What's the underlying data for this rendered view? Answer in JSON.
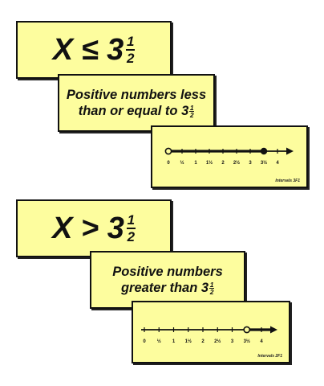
{
  "set1": {
    "inequality": {
      "variable": "X",
      "symbol": "≤",
      "whole": "3",
      "num": "1",
      "den": "2"
    },
    "words": {
      "line1": "Positive numbers less",
      "line2": "than or equal to 3",
      "num": "1",
      "den": "2"
    },
    "numberline": {
      "tag": "Intervals 3F1",
      "open_start": 0,
      "closed_end": 3.5
    }
  },
  "set2": {
    "inequality": {
      "variable": "X",
      "symbol": ">",
      "whole": "3",
      "num": "1",
      "den": "2"
    },
    "words": {
      "line1": "Positive numbers",
      "line2": "greater than 3",
      "num": "1",
      "den": "2"
    },
    "numberline": {
      "tag": "Intervals 2F1",
      "open_start": 3.5
    }
  },
  "ticks": [
    "0",
    "½",
    "1",
    "1½",
    "2",
    "2½",
    "3",
    "3½",
    "4"
  ],
  "colors": {
    "card": "#fdfd9e",
    "ink": "#111111"
  }
}
